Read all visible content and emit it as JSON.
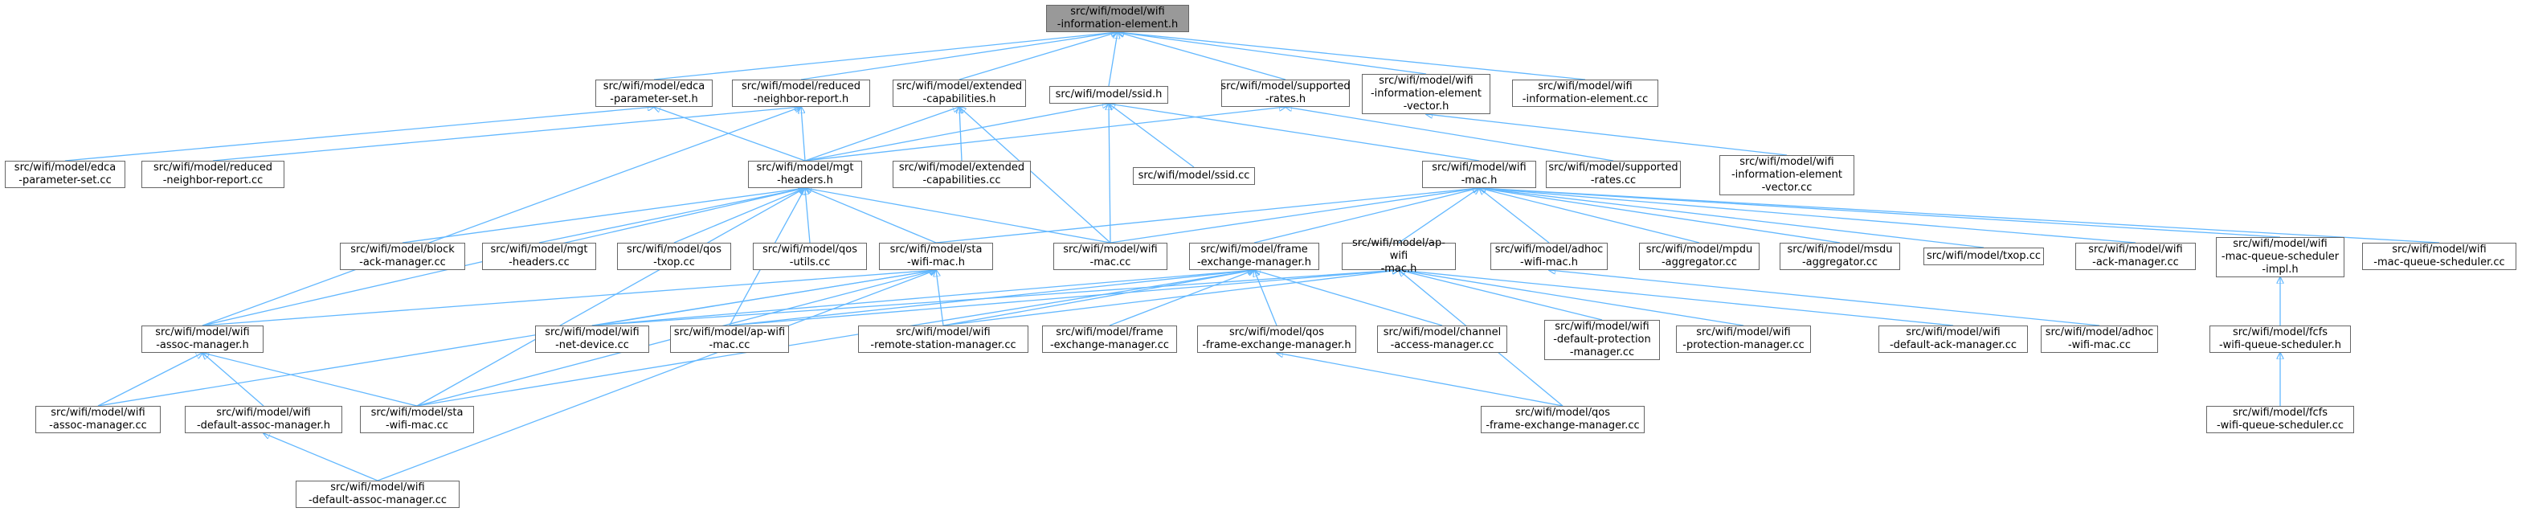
{
  "colors": {
    "edge": "#63b8ff",
    "node_border": "#666666",
    "root_fill": "#999999",
    "node_fill": "#ffffff"
  },
  "nodes": [
    {
      "id": "ie_h",
      "label": "src/wifi/model/wifi\n-information-element.h",
      "root": true
    },
    {
      "id": "edca_h",
      "label": "src/wifi/model/edca\n-parameter-set.h"
    },
    {
      "id": "reduced_h",
      "label": "src/wifi/model/reduced\n-neighbor-report.h"
    },
    {
      "id": "ext_h",
      "label": "src/wifi/model/extended\n-capabilities.h"
    },
    {
      "id": "ssid_h",
      "label": "src/wifi/model/ssid.h"
    },
    {
      "id": "supp_h",
      "label": "src/wifi/model/supported\n-rates.h"
    },
    {
      "id": "iev_h",
      "label": "src/wifi/model/wifi\n-information-element\n-vector.h"
    },
    {
      "id": "ie_cc",
      "label": "src/wifi/model/wifi\n-information-element.cc"
    },
    {
      "id": "edca_cc",
      "label": "src/wifi/model/edca\n-parameter-set.cc"
    },
    {
      "id": "reduced_cc",
      "label": "src/wifi/model/reduced\n-neighbor-report.cc"
    },
    {
      "id": "mgt_h",
      "label": "src/wifi/model/mgt\n-headers.h"
    },
    {
      "id": "ext_cc",
      "label": "src/wifi/model/extended\n-capabilities.cc"
    },
    {
      "id": "ssid_cc",
      "label": "src/wifi/model/ssid.cc"
    },
    {
      "id": "wifimac_h",
      "label": "src/wifi/model/wifi\n-mac.h"
    },
    {
      "id": "supp_cc",
      "label": "src/wifi/model/supported\n-rates.cc"
    },
    {
      "id": "iev_cc",
      "label": "src/wifi/model/wifi\n-information-element\n-vector.cc"
    },
    {
      "id": "block_cc",
      "label": "src/wifi/model/block\n-ack-manager.cc"
    },
    {
      "id": "mgt_cc",
      "label": "src/wifi/model/mgt\n-headers.cc"
    },
    {
      "id": "qostxop_cc",
      "label": "src/wifi/model/qos\n-txop.cc"
    },
    {
      "id": "qosutils_cc",
      "label": "src/wifi/model/qos\n-utils.cc"
    },
    {
      "id": "sta_h",
      "label": "src/wifi/model/sta\n-wifi-mac.h"
    },
    {
      "id": "wifimac_cc",
      "label": "src/wifi/model/wifi\n-mac.cc"
    },
    {
      "id": "frame_h",
      "label": "src/wifi/model/frame\n-exchange-manager.h"
    },
    {
      "id": "apwifi_h",
      "label": "src/wifi/model/ap-wifi\n-mac.h"
    },
    {
      "id": "adhoc_h",
      "label": "src/wifi/model/adhoc\n-wifi-mac.h"
    },
    {
      "id": "mpdu_cc",
      "label": "src/wifi/model/mpdu\n-aggregator.cc"
    },
    {
      "id": "msdu_cc",
      "label": "src/wifi/model/msdu\n-aggregator.cc"
    },
    {
      "id": "txop_cc",
      "label": "src/wifi/model/txop.cc"
    },
    {
      "id": "ackmgr_cc",
      "label": "src/wifi/model/wifi\n-ack-manager.cc"
    },
    {
      "id": "mqsimpl_h",
      "label": "src/wifi/model/wifi\n-mac-queue-scheduler\n-impl.h"
    },
    {
      "id": "mqs_cc",
      "label": "src/wifi/model/wifi\n-mac-queue-scheduler.cc"
    },
    {
      "id": "assoc_h",
      "label": "src/wifi/model/wifi\n-assoc-manager.h"
    },
    {
      "id": "netdev_cc",
      "label": "src/wifi/model/wifi\n-net-device.cc"
    },
    {
      "id": "apwifi_cc",
      "label": "src/wifi/model/ap-wifi\n-mac.cc"
    },
    {
      "id": "rsm_cc",
      "label": "src/wifi/model/wifi\n-remote-station-manager.cc"
    },
    {
      "id": "frame_cc",
      "label": "src/wifi/model/frame\n-exchange-manager.cc"
    },
    {
      "id": "qosfem_h",
      "label": "src/wifi/model/qos\n-frame-exchange-manager.h"
    },
    {
      "id": "channel_cc",
      "label": "src/wifi/model/channel\n-access-manager.cc"
    },
    {
      "id": "defprot_cc",
      "label": "src/wifi/model/wifi\n-default-protection\n-manager.cc"
    },
    {
      "id": "prot_cc",
      "label": "src/wifi/model/wifi\n-protection-manager.cc"
    },
    {
      "id": "defack_cc",
      "label": "src/wifi/model/wifi\n-default-ack-manager.cc"
    },
    {
      "id": "adhoc_cc",
      "label": "src/wifi/model/adhoc\n-wifi-mac.cc"
    },
    {
      "id": "fcfs_h",
      "label": "src/wifi/model/fcfs\n-wifi-queue-scheduler.h"
    },
    {
      "id": "assoc_cc",
      "label": "src/wifi/model/wifi\n-assoc-manager.cc"
    },
    {
      "id": "defassoc_h",
      "label": "src/wifi/model/wifi\n-default-assoc-manager.h"
    },
    {
      "id": "sta_cc",
      "label": "src/wifi/model/sta\n-wifi-mac.cc"
    },
    {
      "id": "qosfem_cc",
      "label": "src/wifi/model/qos\n-frame-exchange-manager.cc"
    },
    {
      "id": "fcfs_cc",
      "label": "src/wifi/model/fcfs\n-wifi-queue-scheduler.cc"
    },
    {
      "id": "defassoc_cc",
      "label": "src/wifi/model/wifi\n-default-assoc-manager.cc"
    }
  ],
  "edges": [
    [
      "edca_h",
      "ie_h"
    ],
    [
      "reduced_h",
      "ie_h"
    ],
    [
      "ext_h",
      "ie_h"
    ],
    [
      "ssid_h",
      "ie_h"
    ],
    [
      "supp_h",
      "ie_h"
    ],
    [
      "iev_h",
      "ie_h"
    ],
    [
      "ie_cc",
      "ie_h"
    ],
    [
      "edca_cc",
      "edca_h"
    ],
    [
      "mgt_h",
      "edca_h"
    ],
    [
      "reduced_cc",
      "reduced_h"
    ],
    [
      "mgt_h",
      "reduced_h"
    ],
    [
      "assoc_h",
      "reduced_h"
    ],
    [
      "mgt_h",
      "ext_h"
    ],
    [
      "ext_cc",
      "ext_h"
    ],
    [
      "wifimac_cc",
      "ext_h"
    ],
    [
      "mgt_h",
      "ssid_h"
    ],
    [
      "ssid_cc",
      "ssid_h"
    ],
    [
      "wifimac_h",
      "ssid_h"
    ],
    [
      "wifimac_cc",
      "ssid_h"
    ],
    [
      "mgt_h",
      "supp_h"
    ],
    [
      "supp_cc",
      "supp_h"
    ],
    [
      "iev_cc",
      "iev_h"
    ],
    [
      "block_cc",
      "mgt_h"
    ],
    [
      "mgt_cc",
      "mgt_h"
    ],
    [
      "qostxop_cc",
      "mgt_h"
    ],
    [
      "qosutils_cc",
      "mgt_h"
    ],
    [
      "sta_h",
      "mgt_h"
    ],
    [
      "wifimac_cc",
      "mgt_h"
    ],
    [
      "apwifi_cc",
      "mgt_h"
    ],
    [
      "sta_cc",
      "mgt_h"
    ],
    [
      "assoc_h",
      "mgt_h"
    ],
    [
      "sta_h",
      "wifimac_h"
    ],
    [
      "wifimac_cc",
      "wifimac_h"
    ],
    [
      "frame_h",
      "wifimac_h"
    ],
    [
      "apwifi_h",
      "wifimac_h"
    ],
    [
      "adhoc_h",
      "wifimac_h"
    ],
    [
      "mpdu_cc",
      "wifimac_h"
    ],
    [
      "msdu_cc",
      "wifimac_h"
    ],
    [
      "txop_cc",
      "wifimac_h"
    ],
    [
      "ackmgr_cc",
      "wifimac_h"
    ],
    [
      "mqsimpl_h",
      "wifimac_h"
    ],
    [
      "mqs_cc",
      "wifimac_h"
    ],
    [
      "assoc_h",
      "sta_h"
    ],
    [
      "netdev_cc",
      "sta_h"
    ],
    [
      "rsm_cc",
      "sta_h"
    ],
    [
      "sta_cc",
      "sta_h"
    ],
    [
      "assoc_cc",
      "sta_h"
    ],
    [
      "defassoc_cc",
      "sta_h"
    ],
    [
      "netdev_cc",
      "frame_h"
    ],
    [
      "apwifi_cc",
      "frame_h"
    ],
    [
      "rsm_cc",
      "frame_h"
    ],
    [
      "frame_cc",
      "frame_h"
    ],
    [
      "qosfem_h",
      "frame_h"
    ],
    [
      "channel_cc",
      "frame_h"
    ],
    [
      "sta_cc",
      "frame_h"
    ],
    [
      "netdev_cc",
      "apwifi_h"
    ],
    [
      "apwifi_cc",
      "apwifi_h"
    ],
    [
      "rsm_cc",
      "apwifi_h"
    ],
    [
      "defprot_cc",
      "apwifi_h"
    ],
    [
      "prot_cc",
      "apwifi_h"
    ],
    [
      "defack_cc",
      "apwifi_h"
    ],
    [
      "qosfem_cc",
      "apwifi_h"
    ],
    [
      "adhoc_cc",
      "adhoc_h"
    ],
    [
      "fcfs_h",
      "mqsimpl_h"
    ],
    [
      "assoc_cc",
      "assoc_h"
    ],
    [
      "defassoc_h",
      "assoc_h"
    ],
    [
      "sta_cc",
      "assoc_h"
    ],
    [
      "qosfem_cc",
      "qosfem_h"
    ],
    [
      "fcfs_cc",
      "fcfs_h"
    ],
    [
      "defassoc_cc",
      "defassoc_h"
    ]
  ]
}
